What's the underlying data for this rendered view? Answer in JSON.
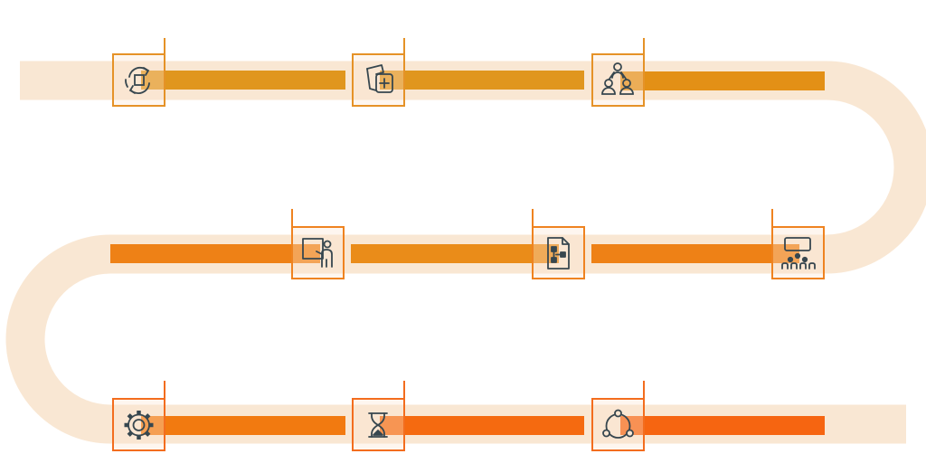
{
  "colors": {
    "track": "#F9E7D3",
    "box_fill": "#FBE6D1",
    "icon_stroke": "#37474F",
    "row1_bar": "#E0961E",
    "row2_bar": "#EE8116",
    "row3_bar": "#F56A10",
    "box_border_row1": "#E59227",
    "box_border_row2": "#EF8320",
    "box_border_row3": "#F36D1E"
  },
  "steps": [
    {
      "row": 1,
      "col": 1,
      "icon": "cycle-icon"
    },
    {
      "row": 1,
      "col": 2,
      "icon": "add-document-icon"
    },
    {
      "row": 1,
      "col": 3,
      "icon": "team-hierarchy-icon"
    },
    {
      "row": 2,
      "col": 3,
      "icon": "presentation-icon"
    },
    {
      "row": 2,
      "col": 2,
      "icon": "workflow-document-icon"
    },
    {
      "row": 2,
      "col": 1,
      "icon": "training-session-icon"
    },
    {
      "row": 3,
      "col": 1,
      "icon": "gear-icon"
    },
    {
      "row": 3,
      "col": 2,
      "icon": "hourglass-icon"
    },
    {
      "row": 3,
      "col": 3,
      "icon": "network-cycle-icon"
    }
  ]
}
